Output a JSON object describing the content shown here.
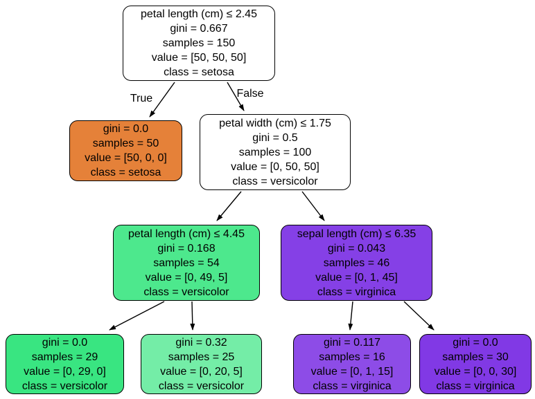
{
  "tree": {
    "edge_labels": {
      "true": "True",
      "false": "False"
    },
    "class_colors": {
      "setosa": "#e58139",
      "versicolor": "#39e581",
      "virginica": "#8139e5",
      "undecided": "#ffffff"
    },
    "nodes": [
      {
        "key": "root-petal-length-2-45",
        "condition": "petal length (cm) ≤ 2.45",
        "gini": "gini = 0.667",
        "samples": "samples = 150",
        "value": "value = [50, 50, 50]",
        "class": "class = setosa",
        "fill": "#ffffff"
      },
      {
        "key": "leaf-setosa-50",
        "gini": "gini = 0.0",
        "samples": "samples = 50",
        "value": "value = [50, 0, 0]",
        "class": "class = setosa",
        "fill": "#e58139"
      },
      {
        "key": "petal-width-1-75",
        "condition": "petal width (cm) ≤ 1.75",
        "gini": "gini = 0.5",
        "samples": "samples = 100",
        "value": "value = [0, 50, 50]",
        "class": "class = versicolor",
        "fill": "#ffffff"
      },
      {
        "key": "petal-length-4-45",
        "condition": "petal length (cm) ≤ 4.45",
        "gini": "gini = 0.168",
        "samples": "samples = 54",
        "value": "value = [0, 49, 5]",
        "class": "class = versicolor",
        "fill": "#4de88d"
      },
      {
        "key": "sepal-length-6-35",
        "condition": "sepal length (cm) ≤ 6.35",
        "gini": "gini = 0.043",
        "samples": "samples = 46",
        "value": "value = [0, 1, 45]",
        "class": "class = virginica",
        "fill": "#8540e6"
      },
      {
        "key": "leaf-versicolor-29",
        "gini": "gini = 0.0",
        "samples": "samples = 29",
        "value": "value = [0, 29, 0]",
        "class": "class = versicolor",
        "fill": "#39e581"
      },
      {
        "key": "leaf-versicolor-25",
        "gini": "gini = 0.32",
        "samples": "samples = 25",
        "value": "value = [0, 20, 5]",
        "class": "class = versicolor",
        "fill": "#74eda7"
      },
      {
        "key": "leaf-virginica-16",
        "gini": "gini = 0.117",
        "samples": "samples = 16",
        "value": "value = [0, 1, 15]",
        "class": "class = virginica",
        "fill": "#8d4ce7"
      },
      {
        "key": "leaf-virginica-30",
        "gini": "gini = 0.0",
        "samples": "samples = 30",
        "value": "value = [0, 0, 30]",
        "class": "class = virginica",
        "fill": "#8139e5"
      }
    ]
  }
}
